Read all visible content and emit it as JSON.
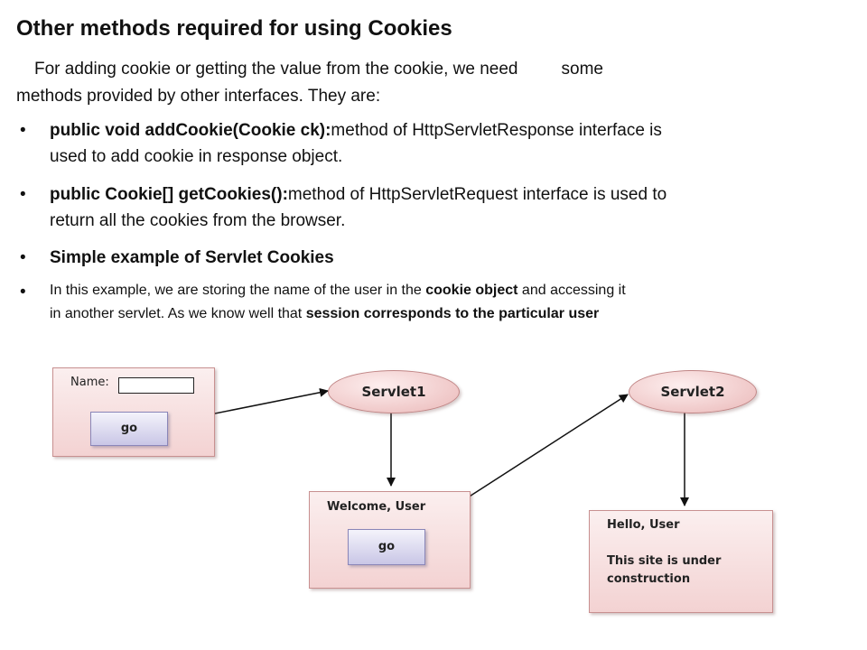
{
  "title": "Other methods required for using Cookies",
  "intro": {
    "part1": "For adding cookie or getting the value from the cookie, we need",
    "part2": "some",
    "line2": "methods provided by other interfaces. They are:"
  },
  "bullets": [
    {
      "marker": "•",
      "bold": "public void addCookie(Cookie ck):",
      "text": "method of HttpServletResponse interface is",
      "line2": "used to add cookie in response object."
    },
    {
      "marker": "•",
      "bold": "public Cookie[] getCookies():",
      "text": "method of HttpServletRequest interface is used to",
      "line2": "return all the cookies from the browser."
    },
    {
      "marker": "•",
      "bold": "Simple example of Servlet Cookies"
    },
    {
      "marker": "•",
      "t1": "In this example, we are storing the name of the user in the ",
      "b1": "cookie object",
      "t2": " and accessing it",
      "t3": "in another servlet. As we know well that ",
      "b2": "session corresponds to the particular user"
    }
  ],
  "diagram": {
    "form": {
      "name_label": "Name:",
      "go_label": "go"
    },
    "servlet1": "Servlet1",
    "servlet2": "Servlet2",
    "welcome": {
      "text": "Welcome,  User",
      "go_label": "go"
    },
    "hello": {
      "line1": "Hello,  User",
      "line2": "This site is under",
      "line3": "construction"
    }
  }
}
